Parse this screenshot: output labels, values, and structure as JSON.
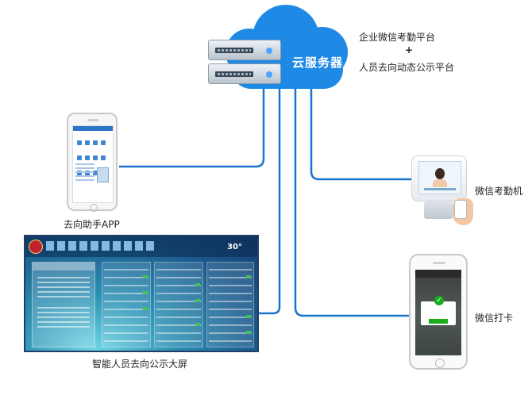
{
  "cloud": {
    "label": "云服务器",
    "platform_line1": "企业微信考勤平台",
    "plus": "+",
    "platform_line2": "人员去向动态公示平台"
  },
  "devices": {
    "app": {
      "label": "去向助手APP"
    },
    "attendance_machine": {
      "label": "微信考勤机"
    },
    "punch": {
      "label": "微信打卡"
    },
    "big_screen": {
      "label": "智能人员去向公示大屏",
      "weather_temp": "30°"
    }
  },
  "colors": {
    "cloud": "#1e8ae6",
    "line": "#1a73cc"
  }
}
